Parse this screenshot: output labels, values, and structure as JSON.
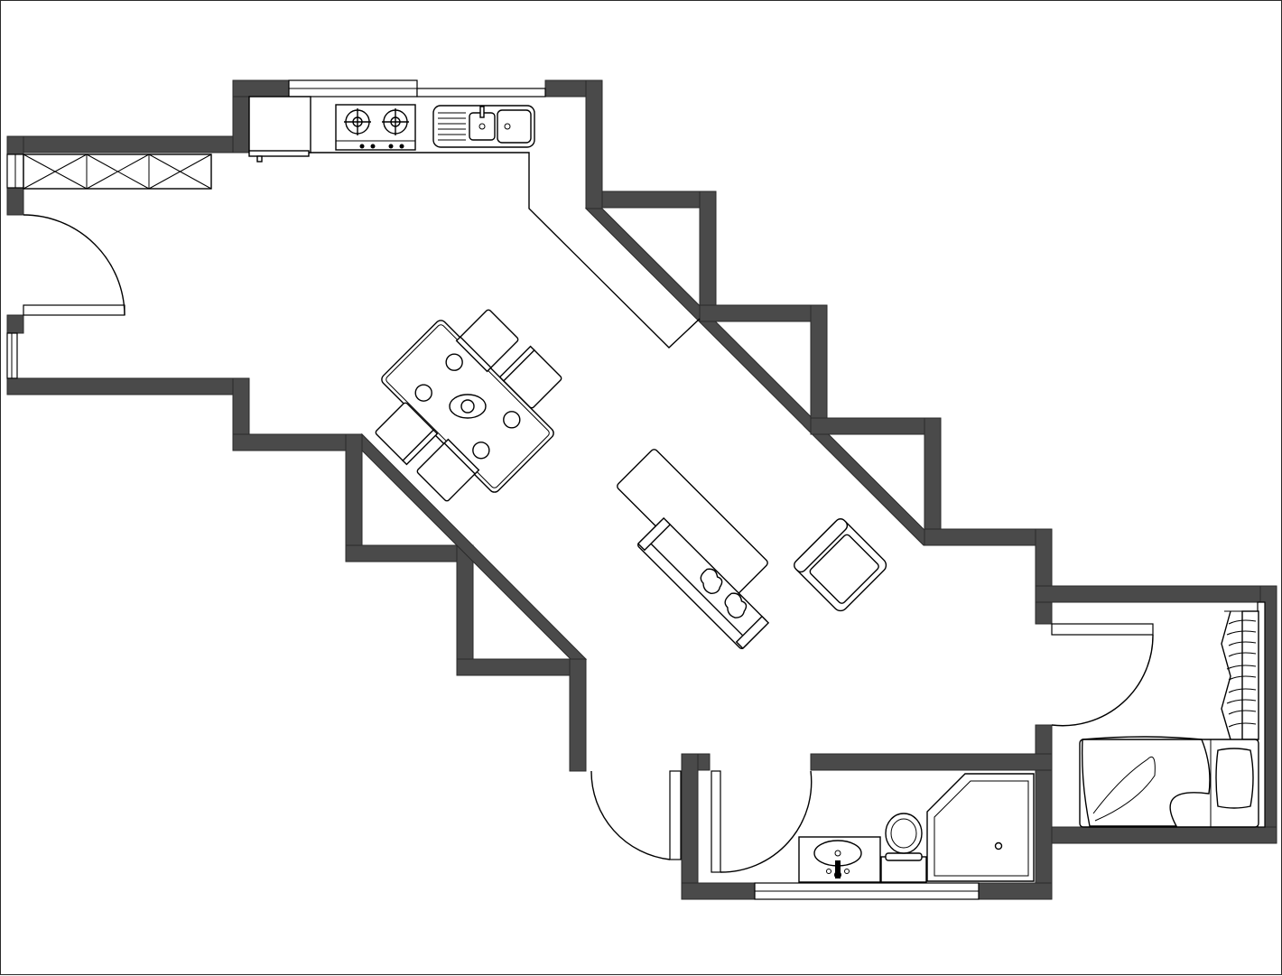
{
  "plan": {
    "type": "floor-plan",
    "colors": {
      "wall": "#4a4a4a",
      "line": "#000000",
      "background": "#ffffff"
    },
    "rooms": [
      "kitchen",
      "dining",
      "living",
      "bathroom",
      "bedroom"
    ],
    "fixtures": [
      "kitchen-cabinets-icon",
      "cooktop-icon",
      "double-sink-icon",
      "dining-table-icon",
      "sofa-icon",
      "armchair-icon",
      "bed-icon",
      "wardrobe-icon",
      "shower-icon",
      "toilet-icon",
      "washbasin-icon"
    ],
    "doors": 4,
    "dining_chairs": 4,
    "dining_place_settings": 4,
    "cooktop_burners": 2
  }
}
